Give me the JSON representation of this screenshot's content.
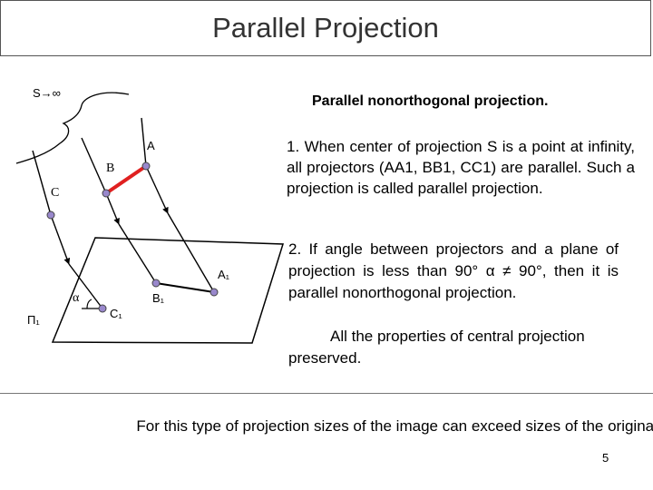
{
  "title": "Parallel Projection",
  "subtitle": "Parallel nonorthogonal projection.",
  "paragraph_1": "1. When center of projection S is a point at infinity, all projectors (AA1, BB1, CC1) are parallel. Such a projection is called parallel projection.",
  "paragraph_2": "2.   If angle between projectors and a plane of projection is less than  90°  α ≠ 90°,  then  it  is  parallel  nonorthogonal projection.",
  "paragraph_3": "All the properties of central projection preserved.",
  "bottom_text": "For this type of projection sizes of the image can exceed sizes of the original.",
  "page_number": "5",
  "diagram": {
    "s_label": "S→∞",
    "label_A": "A",
    "label_B": "B",
    "label_C": "C",
    "label_A1": "A₁",
    "label_B1": "B₁",
    "label_C1": "C₁",
    "label_alpha": "α",
    "label_plane": "Π₁",
    "colors": {
      "point": "#9988cc",
      "segment": "#e02020",
      "line": "#000000"
    }
  }
}
